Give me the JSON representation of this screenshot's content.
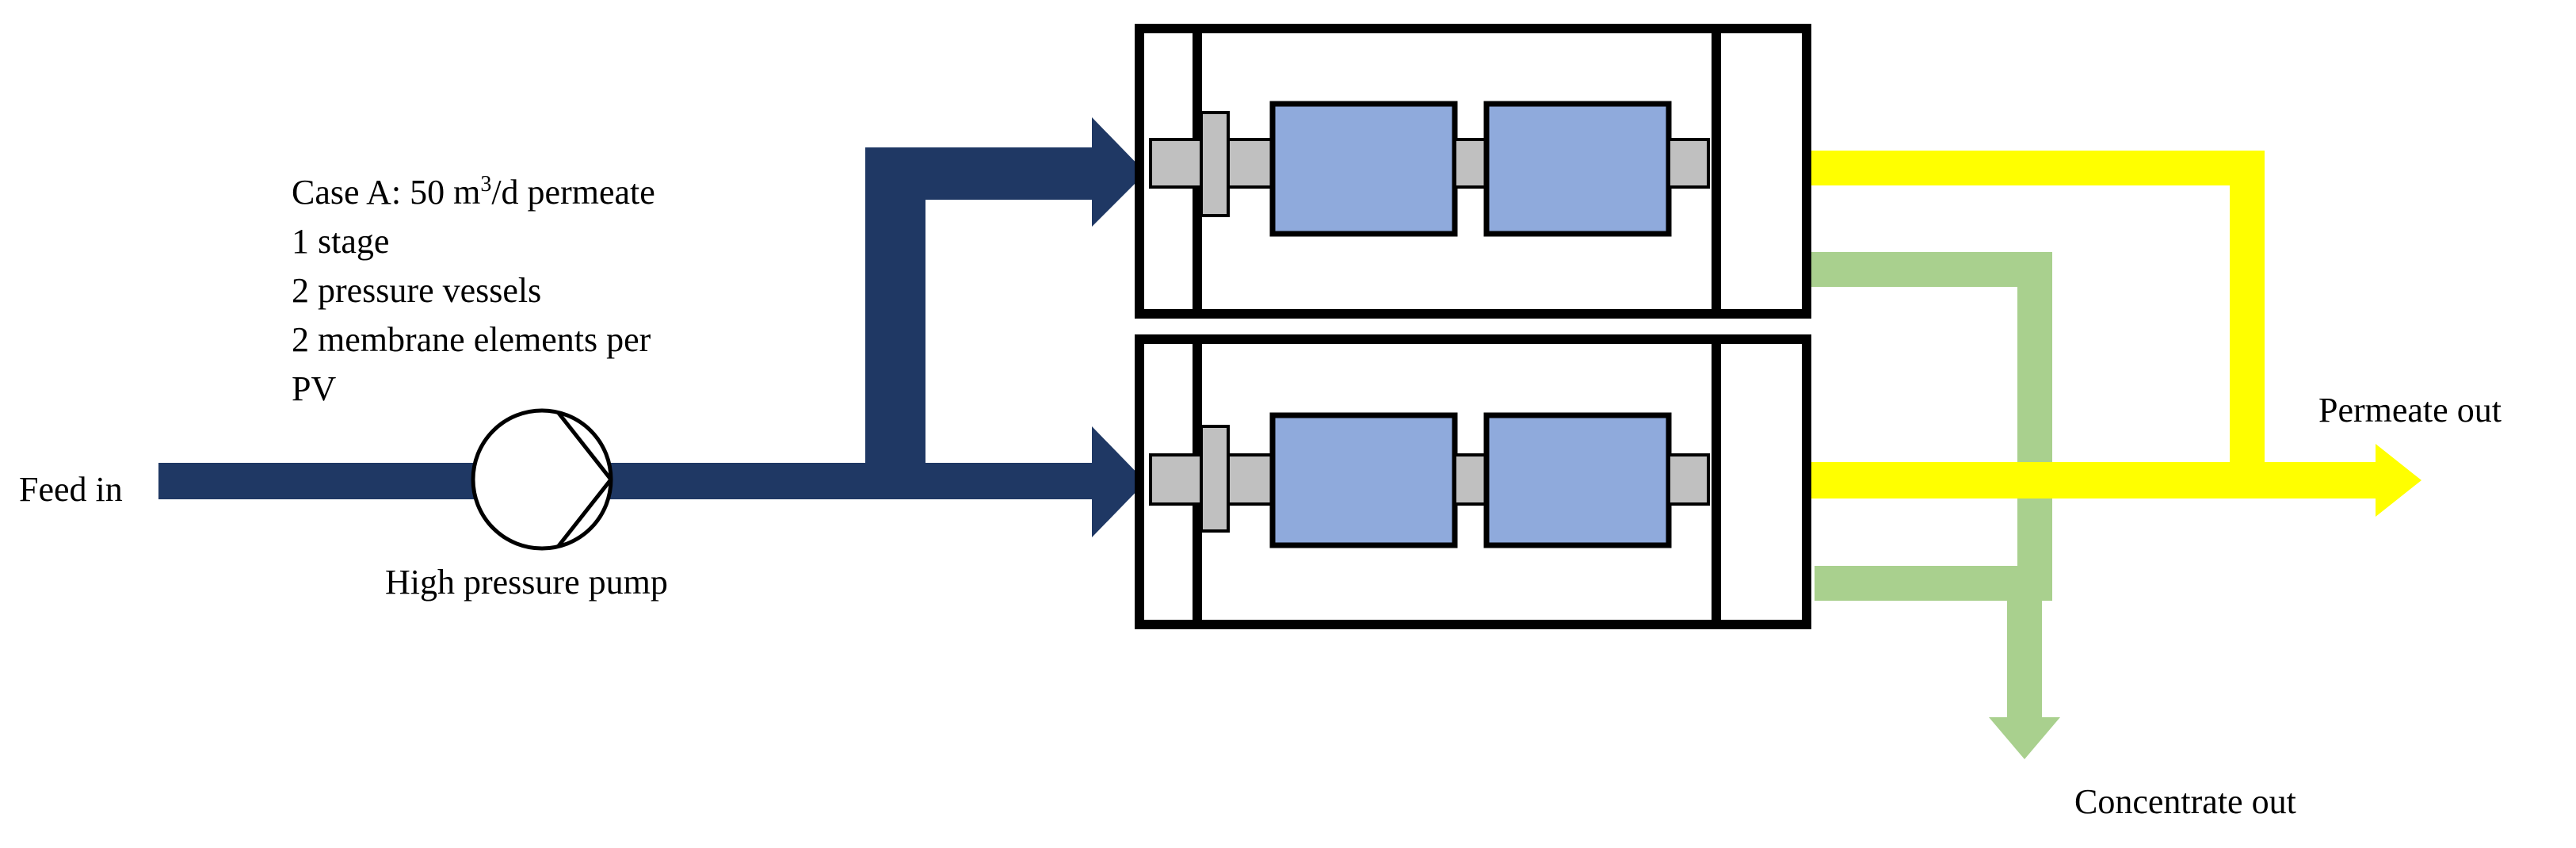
{
  "labels": {
    "feed_in": "Feed in",
    "pump": "High pressure pump",
    "permeate_out": "Permeate out",
    "concentrate_out": "Concentrate out"
  },
  "case": {
    "title_prefix": "Case A: 50 m",
    "title_sup": "3",
    "title_suffix": "/d permeate",
    "stages": "1 stage",
    "vessels": "2 pressure vessels",
    "elements_line1": "2 membrane elements per",
    "elements_line2": "PV"
  },
  "colors": {
    "feed": "#1f3864",
    "permeate": "#ffff00",
    "concentrate": "#a9d08e",
    "membrane": "#8faadc",
    "connector": "#c0c0c0",
    "outline": "#000000"
  },
  "icons": {
    "pump": "pump-icon",
    "vessel": "pressure-vessel-icon",
    "membrane": "membrane-element-icon"
  }
}
